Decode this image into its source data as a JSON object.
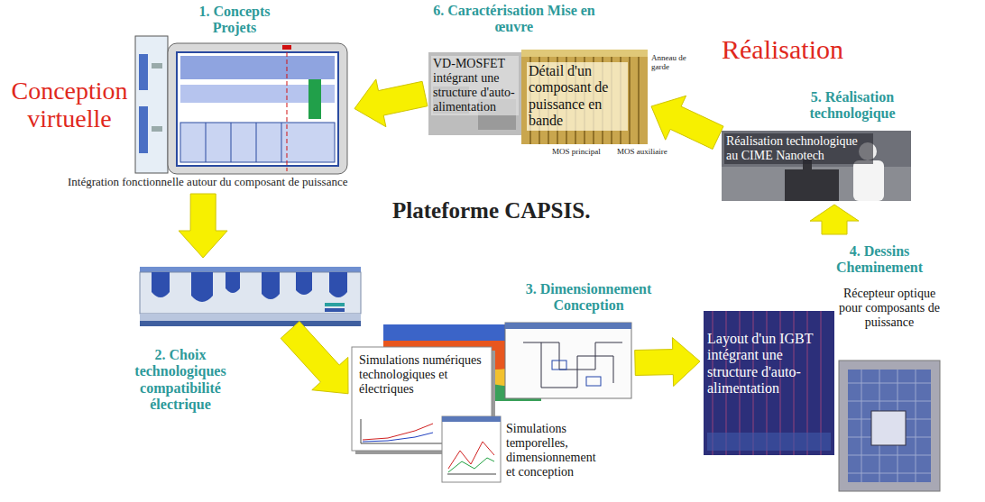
{
  "diagram": {
    "title": "Plateforme CAPSIS.",
    "nodes": [
      {
        "text": [
          "1. Concepts Projets",
          "Intégration fonctionnelle autour du composant de puissance"
        ]
      },
      {
        "text": [
          "2. Choix technologiques compatibilité électrique"
        ]
      },
      {
        "text": [
          "3. Dimensionnement Conception"
        ]
      },
      {
        "text": [
          "Simulations numériques technologiques et électriques"
        ]
      },
      {
        "text": [
          "Simulations temporelles, dimensionnement et conception"
        ]
      },
      {
        "text": [
          "4. Dessins Cheminement",
          "Layout d'un IGBT intégrant une structure d'auto-alimentation"
        ]
      },
      {
        "text": [
          "Récepteur optique pour composants de puissance"
        ]
      },
      {
        "text": [
          "5. Réalisation technologique",
          "Réalisation technologique au CIME Nanotech"
        ]
      },
      {
        "text": [
          "6. Caractérisation Mise en œuvre",
          "VD-MOSFET intégrant une structure d'auto-alimentation"
        ]
      },
      {
        "text": [
          "Détail d'un composant de puissance en bande"
        ]
      }
    ],
    "edges": [
      {
        "from": 8,
        "to": 0,
        "arrow": "to"
      },
      {
        "from": 0,
        "to": 1,
        "arrow": "to"
      },
      {
        "from": 1,
        "to": 3,
        "arrow": "to"
      },
      {
        "from": 2,
        "to": 5,
        "arrow": "to"
      },
      {
        "from": 5,
        "to": 7,
        "arrow": "to"
      },
      {
        "from": 7,
        "to": 9,
        "arrow": "to"
      }
    ],
    "labels": [
      "Conception virtuelle",
      "Réalisation",
      "Anneau de garde",
      "MOS principal",
      "MOS auxiliaire"
    ]
  }
}
